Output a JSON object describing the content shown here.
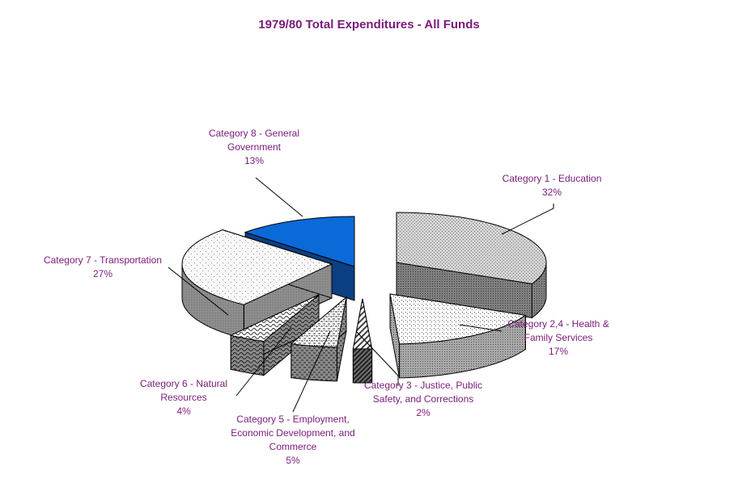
{
  "chart_data": {
    "type": "pie",
    "title": "1979/80 Total Expenditures - All Funds",
    "exploded": true,
    "three_d": true,
    "slices": [
      {
        "id": "cat1",
        "label": "Category 1 - Education",
        "percent": "32%",
        "value": 32,
        "color": "#d8d8d8"
      },
      {
        "id": "cat24",
        "label": "Category 2,4 - Health & Family Services",
        "percent": "17%",
        "value": 17,
        "color": "#ffffff"
      },
      {
        "id": "cat3",
        "label": "Category 3 - Justice, Public Safety, and Corrections",
        "percent": "2%",
        "value": 2,
        "color": "#e0e0e0"
      },
      {
        "id": "cat5",
        "label": "Category 5 - Employment, Economic Development, and Commerce",
        "percent": "5%",
        "value": 5,
        "color": "#ffffff"
      },
      {
        "id": "cat6",
        "label": "Category 6 - Natural Resources",
        "percent": "4%",
        "value": 4,
        "color": "#ffffff"
      },
      {
        "id": "cat7",
        "label": "Category 7 - Transportation",
        "percent": "27%",
        "value": 27,
        "color": "#f4f4f4"
      },
      {
        "id": "cat8",
        "label": "Category 8 - General Government",
        "percent": "13%",
        "value": 13,
        "color": "#0a6ad8"
      }
    ]
  }
}
